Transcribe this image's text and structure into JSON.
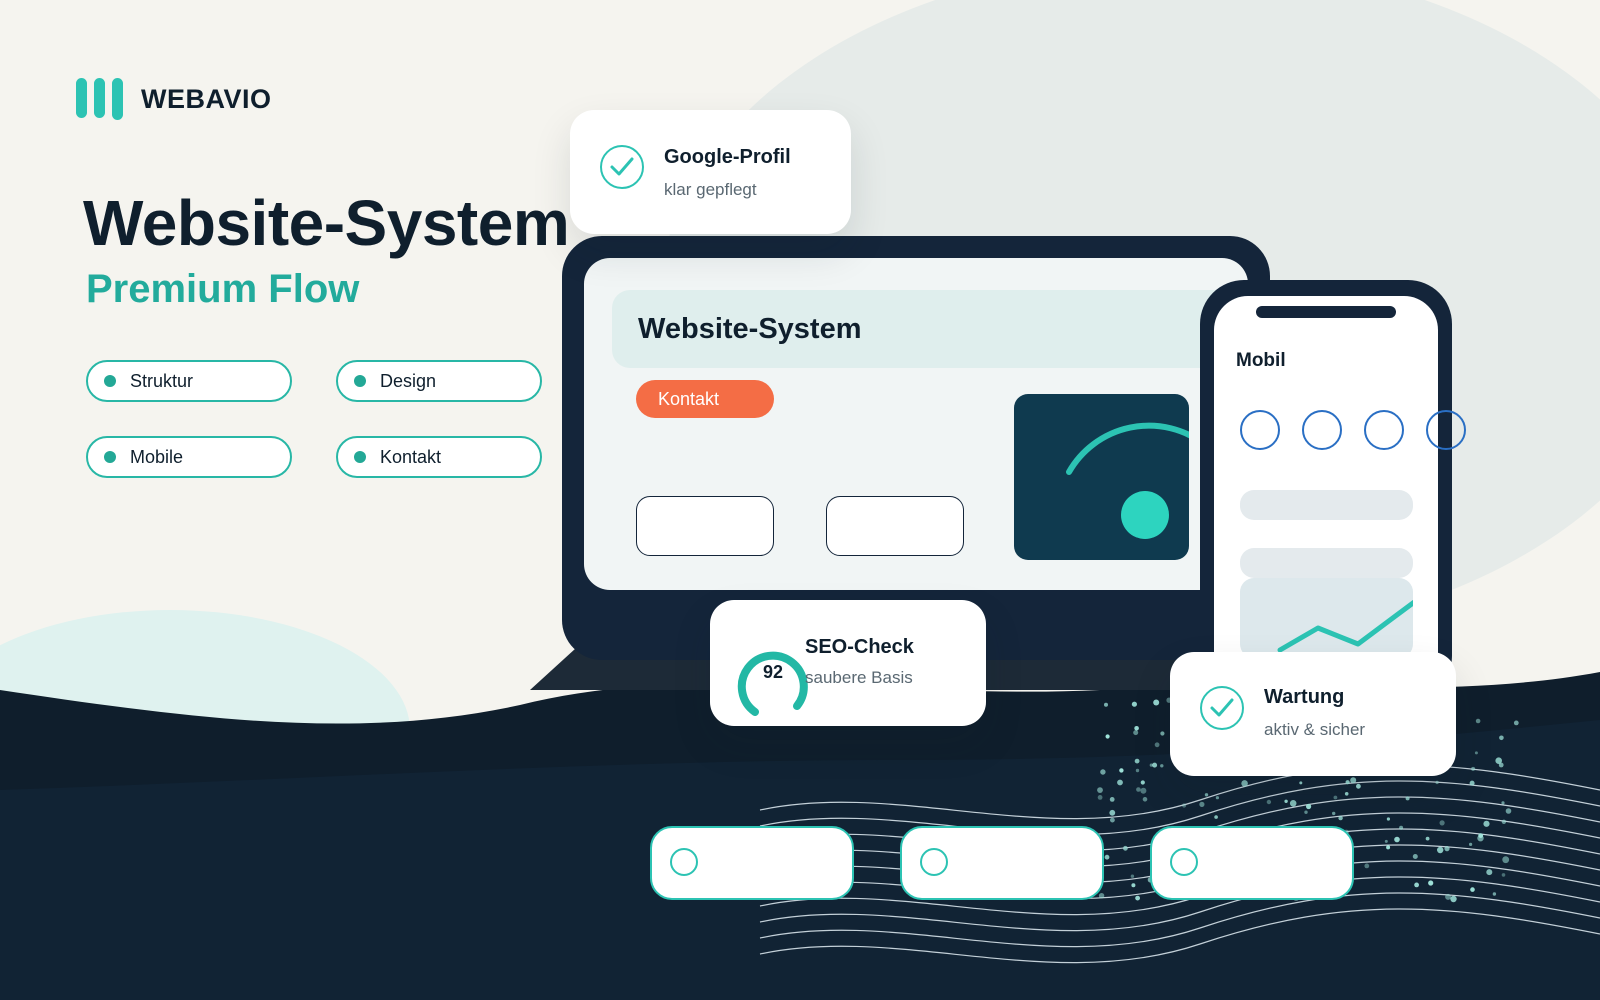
{
  "brand": {
    "name": "WEBAVIO"
  },
  "hero": {
    "title": "Website-System",
    "subtitle": "Premium Flow"
  },
  "features": [
    {
      "label": "Struktur"
    },
    {
      "label": "Design"
    },
    {
      "label": "Mobile"
    },
    {
      "label": "Kontakt"
    }
  ],
  "cards": {
    "google": {
      "title": "Google-Profil",
      "subtitle": "klar gepflegt"
    },
    "seo": {
      "title": "SEO-Check",
      "subtitle": "saubere Basis",
      "score": "92"
    },
    "wartung": {
      "title": "Wartung",
      "subtitle": "aktiv & sicher"
    }
  },
  "laptop": {
    "title": "Website-System",
    "cta_label": "Kontakt"
  },
  "phone": {
    "label": "Mobil"
  },
  "colors": {
    "accent": "#2cc3b3",
    "dark": "#0f1f2d",
    "cta": "#f46d45"
  },
  "icons": [
    "logo-bars-icon",
    "check-icon",
    "gauge-icon",
    "circle-icon"
  ]
}
